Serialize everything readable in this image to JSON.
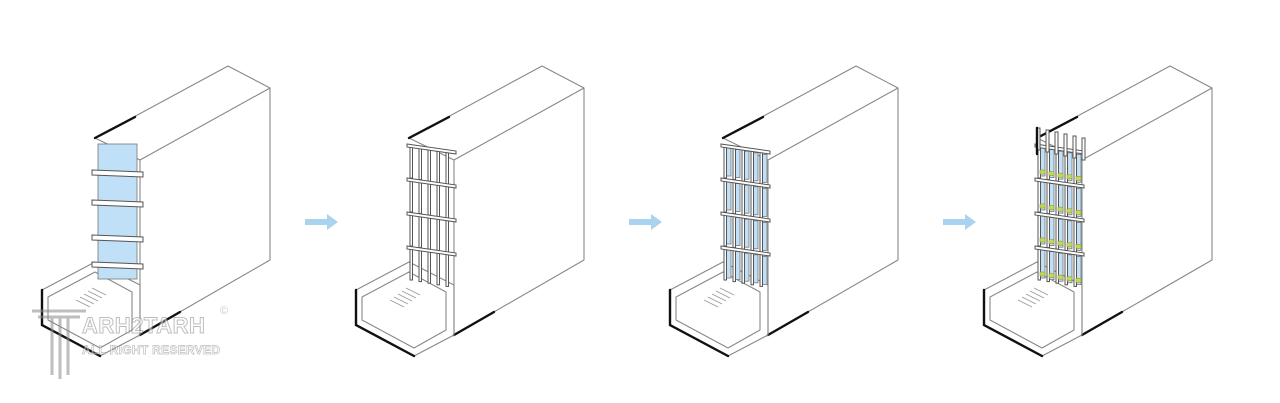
{
  "diagram": {
    "stages": [
      {
        "id": 1,
        "facade": "curtain-glass-with-slabs"
      },
      {
        "id": 2,
        "facade": "vertical-fin-grid"
      },
      {
        "id": 3,
        "facade": "glazed-fin-grid"
      },
      {
        "id": 4,
        "facade": "fins-with-planters"
      }
    ],
    "arrows": 3,
    "colors": {
      "glass": "#bfe0f7",
      "arrow": "#a9d3ef",
      "planter": "#c7d95a",
      "edge": "#111111",
      "outline": "#888888"
    }
  },
  "watermark": {
    "name": "ARH2TARH",
    "rights": "ALL RIGHT RESERVED",
    "copyright_symbol": "©"
  }
}
